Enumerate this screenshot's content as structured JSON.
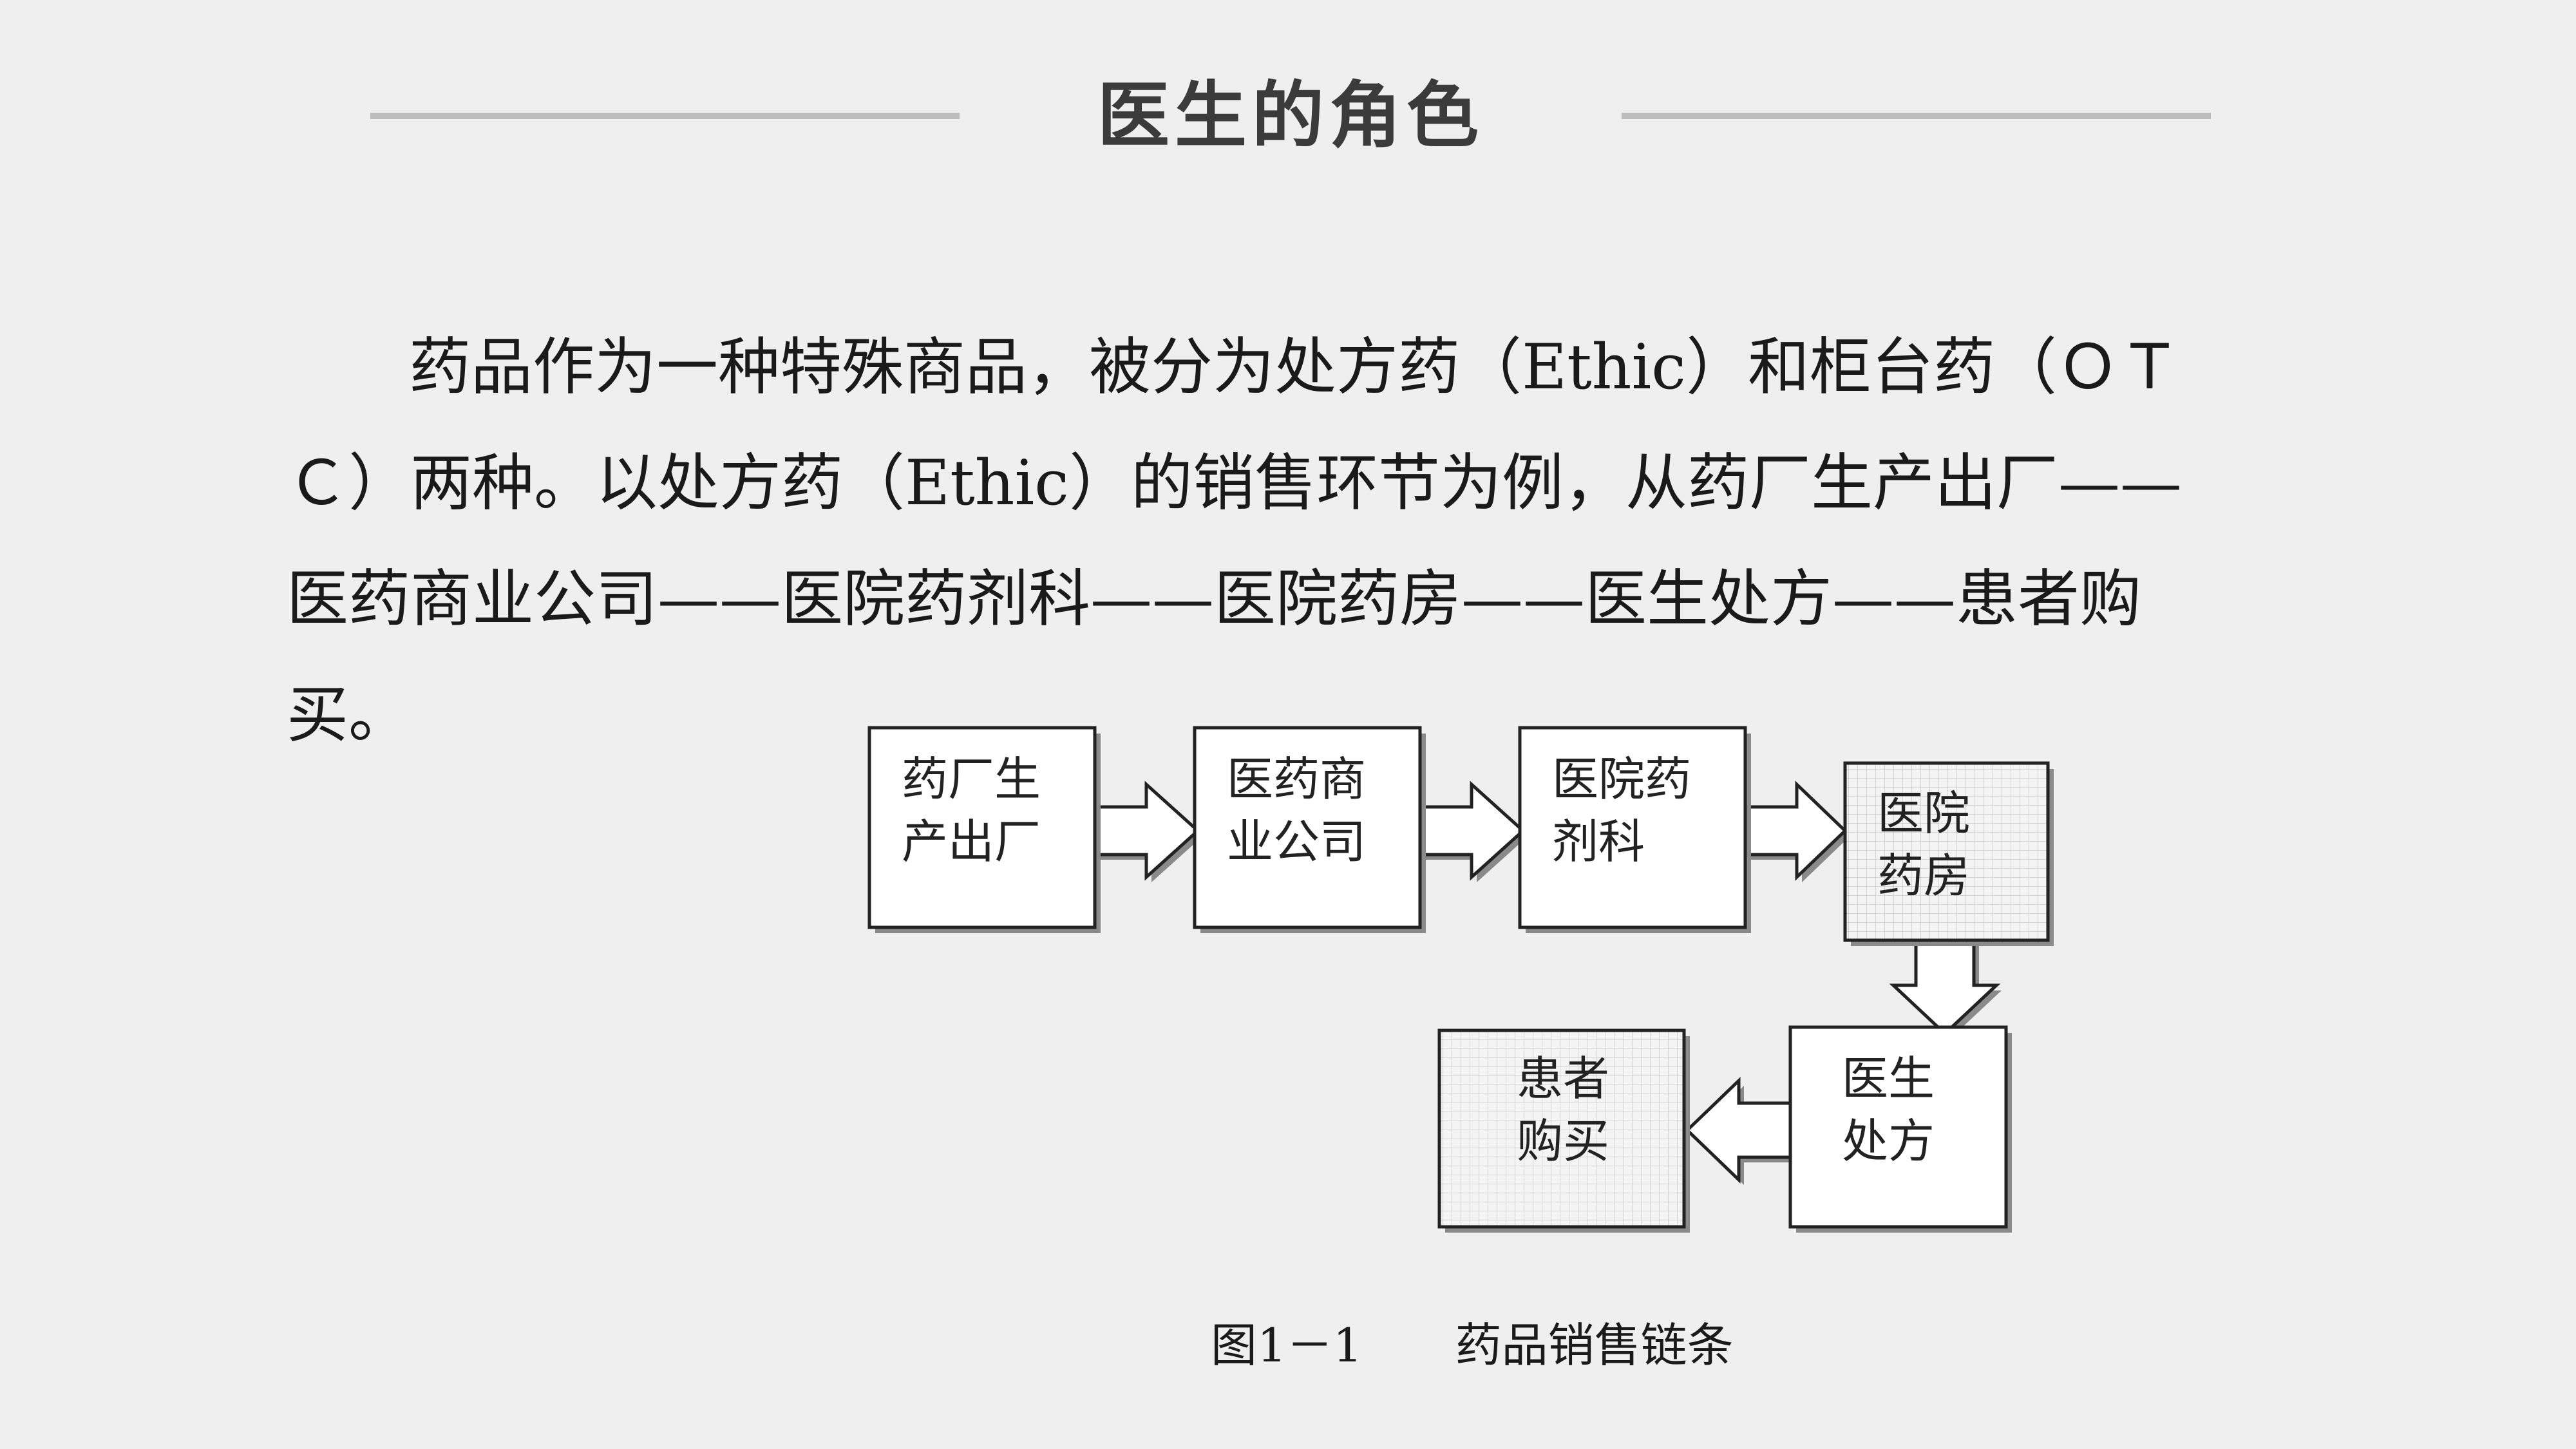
{
  "header": {
    "title": "医生的角色"
  },
  "body": {
    "paragraph": "药品作为一种特殊商品，被分为处方药（Ethic）和柜台药（ＯＴＣ）两种。以处方药（Ethic）的销售环节为例，从药厂生产出厂——医药商业公司——医院药剂科——医院药房——医生处方——患者购买。"
  },
  "diagram": {
    "nodes": [
      {
        "id": "n1",
        "line1": "药厂生",
        "line2": "产出厂",
        "shaded": false
      },
      {
        "id": "n2",
        "line1": "医药商",
        "line2": "业公司",
        "shaded": false
      },
      {
        "id": "n3",
        "line1": "医院药",
        "line2": "剂科",
        "shaded": false
      },
      {
        "id": "n4",
        "line1": "医院",
        "line2": "药房",
        "shaded": true
      },
      {
        "id": "n5",
        "line1": "医生",
        "line2": "处方",
        "shaded": false
      },
      {
        "id": "n6",
        "line1": "患者",
        "line2": "购买",
        "shaded": true
      }
    ],
    "caption": "图1－1　　药品销售链条"
  },
  "colors": {
    "background": "#efefef",
    "rule": "#bcbcbc",
    "title": "#3b3b3b",
    "box_fill": "#ffffff",
    "box_stroke": "#222222",
    "shadow": "#8a8a8a"
  }
}
